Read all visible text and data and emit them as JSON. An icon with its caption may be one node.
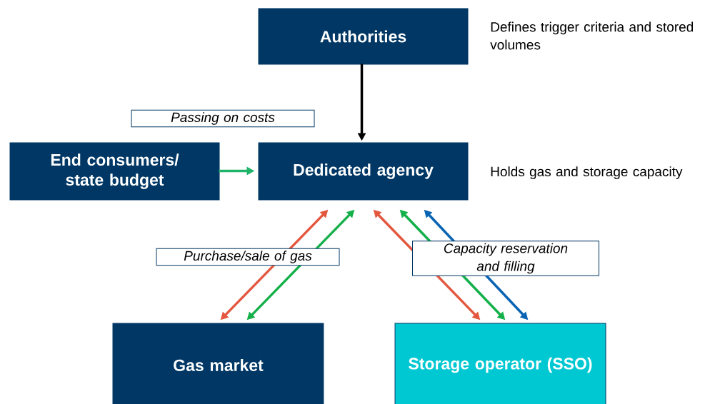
{
  "diagram": {
    "nodes": [
      {
        "text": [
          "Authorities"
        ],
        "beside": [
          "Defines trigger criteria and stored volumes"
        ]
      },
      {
        "text": [
          "End consumers/ state budget"
        ]
      },
      {
        "text": [
          "Dedicated agency"
        ],
        "beside": [
          "Holds gas and storage capacity"
        ]
      },
      {
        "text": [
          "Gas market"
        ]
      },
      {
        "text": [
          "Storage operator (SSO)"
        ]
      }
    ],
    "edges": [
      {
        "from": 0,
        "to": 2,
        "arrow": "to",
        "color": "#000000"
      },
      {
        "from": 1,
        "to": 2,
        "arrow": "to",
        "label": "Passing on costs",
        "color": "#20b46a"
      },
      {
        "from": 2,
        "to": 3,
        "arrow": "both",
        "label": "Purchase/sale of gas",
        "color": "#e4573f"
      },
      {
        "from": 2,
        "to": 3,
        "arrow": "both",
        "color": "#14b04a"
      },
      {
        "from": 2,
        "to": 4,
        "arrow": "both",
        "label": "Capacity reservation and filling",
        "color": "#e4573f"
      },
      {
        "from": 2,
        "to": 4,
        "arrow": "both",
        "color": "#14b04a"
      },
      {
        "from": 2,
        "to": 4,
        "arrow": "both",
        "color": "#0a64b4"
      }
    ]
  }
}
